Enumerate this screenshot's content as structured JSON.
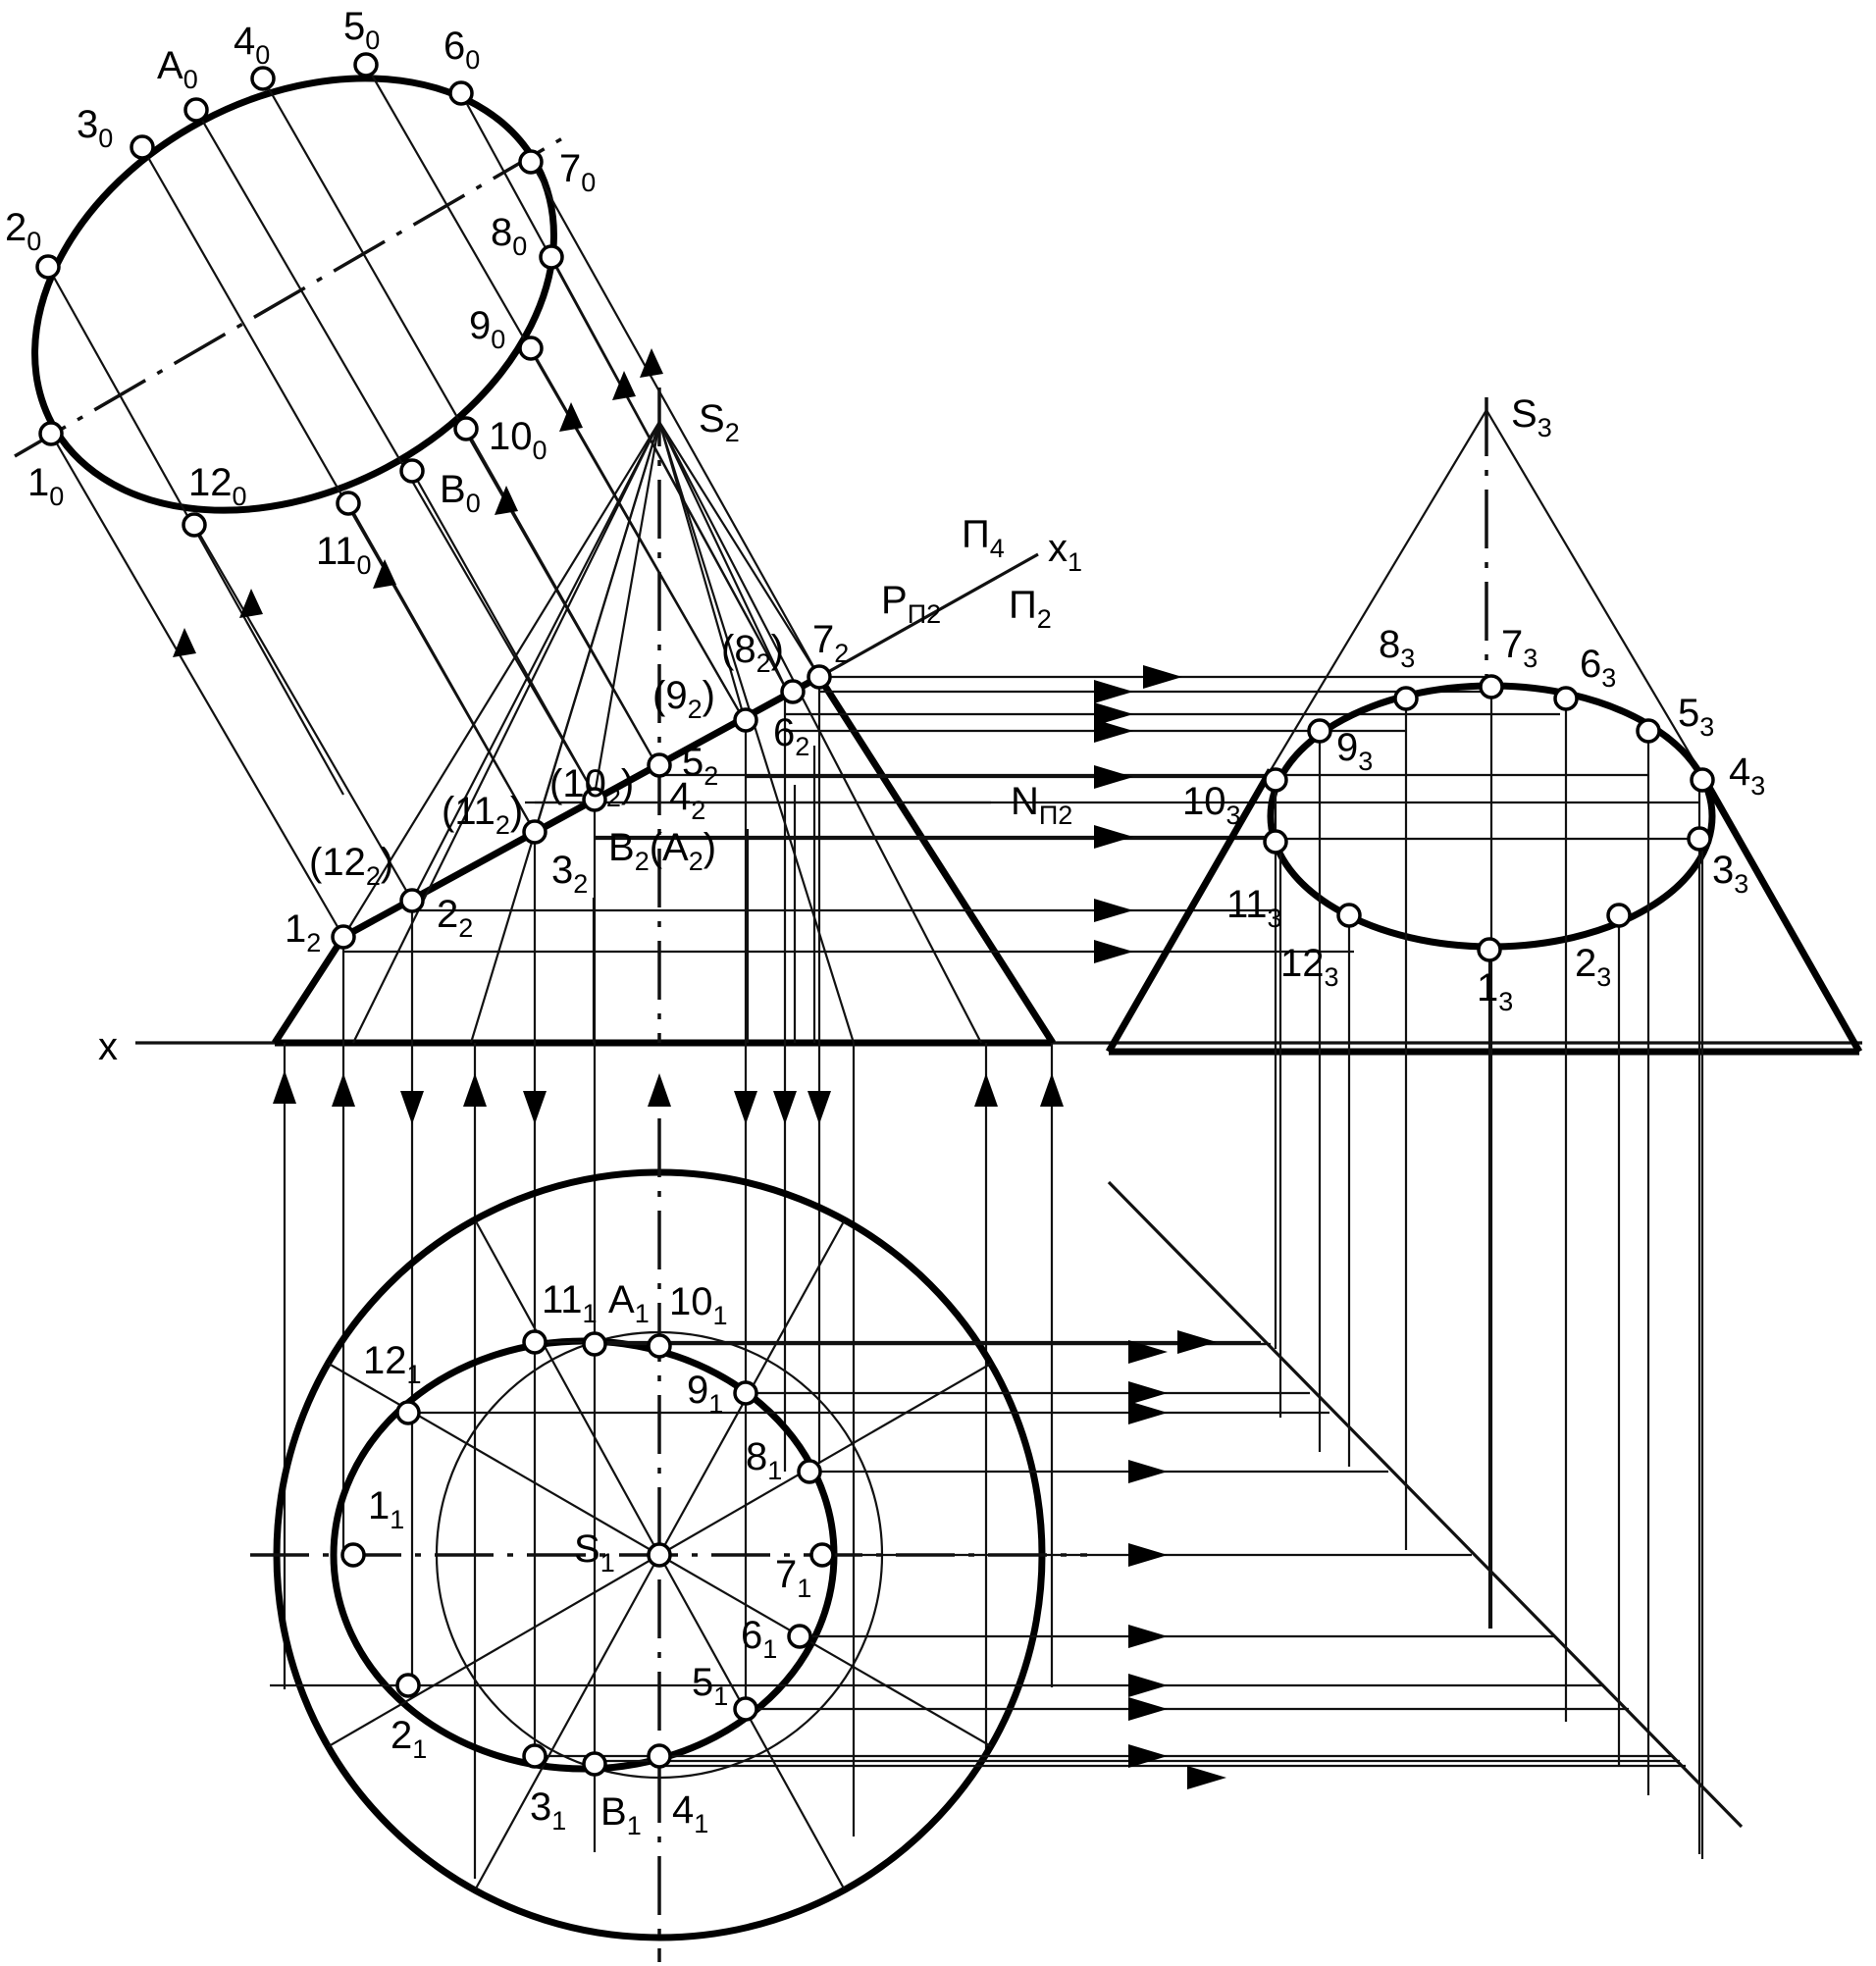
{
  "labels": {
    "true_shape": [
      {
        "m": "1",
        "s": "0"
      },
      {
        "m": "2",
        "s": "0"
      },
      {
        "m": "3",
        "s": "0"
      },
      {
        "m": "A",
        "s": "0"
      },
      {
        "m": "4",
        "s": "0"
      },
      {
        "m": "5",
        "s": "0"
      },
      {
        "m": "6",
        "s": "0"
      },
      {
        "m": "7",
        "s": "0"
      },
      {
        "m": "8",
        "s": "0"
      },
      {
        "m": "9",
        "s": "0"
      },
      {
        "m": "10",
        "s": "0"
      },
      {
        "m": "B",
        "s": "0"
      },
      {
        "m": "11",
        "s": "0"
      },
      {
        "m": "12",
        "s": "0"
      }
    ],
    "front": [
      {
        "m": "S",
        "s": "2"
      },
      {
        "m": "1",
        "s": "2"
      },
      {
        "m": "(12",
        "s": "2",
        "t": ")"
      },
      {
        "m": "2",
        "s": "2"
      },
      {
        "m": "(11",
        "s": "2",
        "t": ")"
      },
      {
        "m": "3",
        "s": "2"
      },
      {
        "m": "(10",
        "s": "2",
        "t": ")"
      },
      {
        "m": "4",
        "s": "2"
      },
      {
        "m": "5",
        "s": "2"
      },
      {
        "m": "(9",
        "s": "2",
        "t": ")"
      },
      {
        "m": "6",
        "s": "2"
      },
      {
        "m": "(8",
        "s": "2",
        "t": ")"
      },
      {
        "m": "7",
        "s": "2"
      },
      {
        "m": "B",
        "s": "2",
        "t": "(A"
      },
      {
        "m": "N",
        "s": "П2"
      },
      {
        "m": "P",
        "s": "П2"
      },
      {
        "m": "П",
        "s": "4"
      },
      {
        "m": "x",
        "s": "1"
      },
      {
        "m": "П",
        "s": "2"
      },
      {
        "m": "x",
        "s": ""
      }
    ],
    "bracket_close": [
      ")"
    ],
    "profile": [
      {
        "m": "S",
        "s": "3"
      },
      {
        "m": "1",
        "s": "3"
      },
      {
        "m": "2",
        "s": "3"
      },
      {
        "m": "3",
        "s": "3"
      },
      {
        "m": "4",
        "s": "3"
      },
      {
        "m": "5",
        "s": "3"
      },
      {
        "m": "6",
        "s": "3"
      },
      {
        "m": "7",
        "s": "3"
      },
      {
        "m": "8",
        "s": "3"
      },
      {
        "m": "9",
        "s": "3"
      },
      {
        "m": "10",
        "s": "3"
      },
      {
        "m": "11",
        "s": "3"
      },
      {
        "m": "12",
        "s": "3"
      }
    ],
    "top": [
      {
        "m": "S",
        "s": "1"
      },
      {
        "m": "1",
        "s": "1"
      },
      {
        "m": "2",
        "s": "1"
      },
      {
        "m": "3",
        "s": "1"
      },
      {
        "m": "B",
        "s": "1"
      },
      {
        "m": "4",
        "s": "1"
      },
      {
        "m": "5",
        "s": "1"
      },
      {
        "m": "6",
        "s": "1"
      },
      {
        "m": "7",
        "s": "1"
      },
      {
        "m": "8",
        "s": "1"
      },
      {
        "m": "9",
        "s": "1"
      },
      {
        "m": "10",
        "s": "1"
      },
      {
        "m": "A",
        "s": "1"
      },
      {
        "m": "11",
        "s": "1"
      },
      {
        "m": "12",
        "s": "1"
      }
    ]
  }
}
